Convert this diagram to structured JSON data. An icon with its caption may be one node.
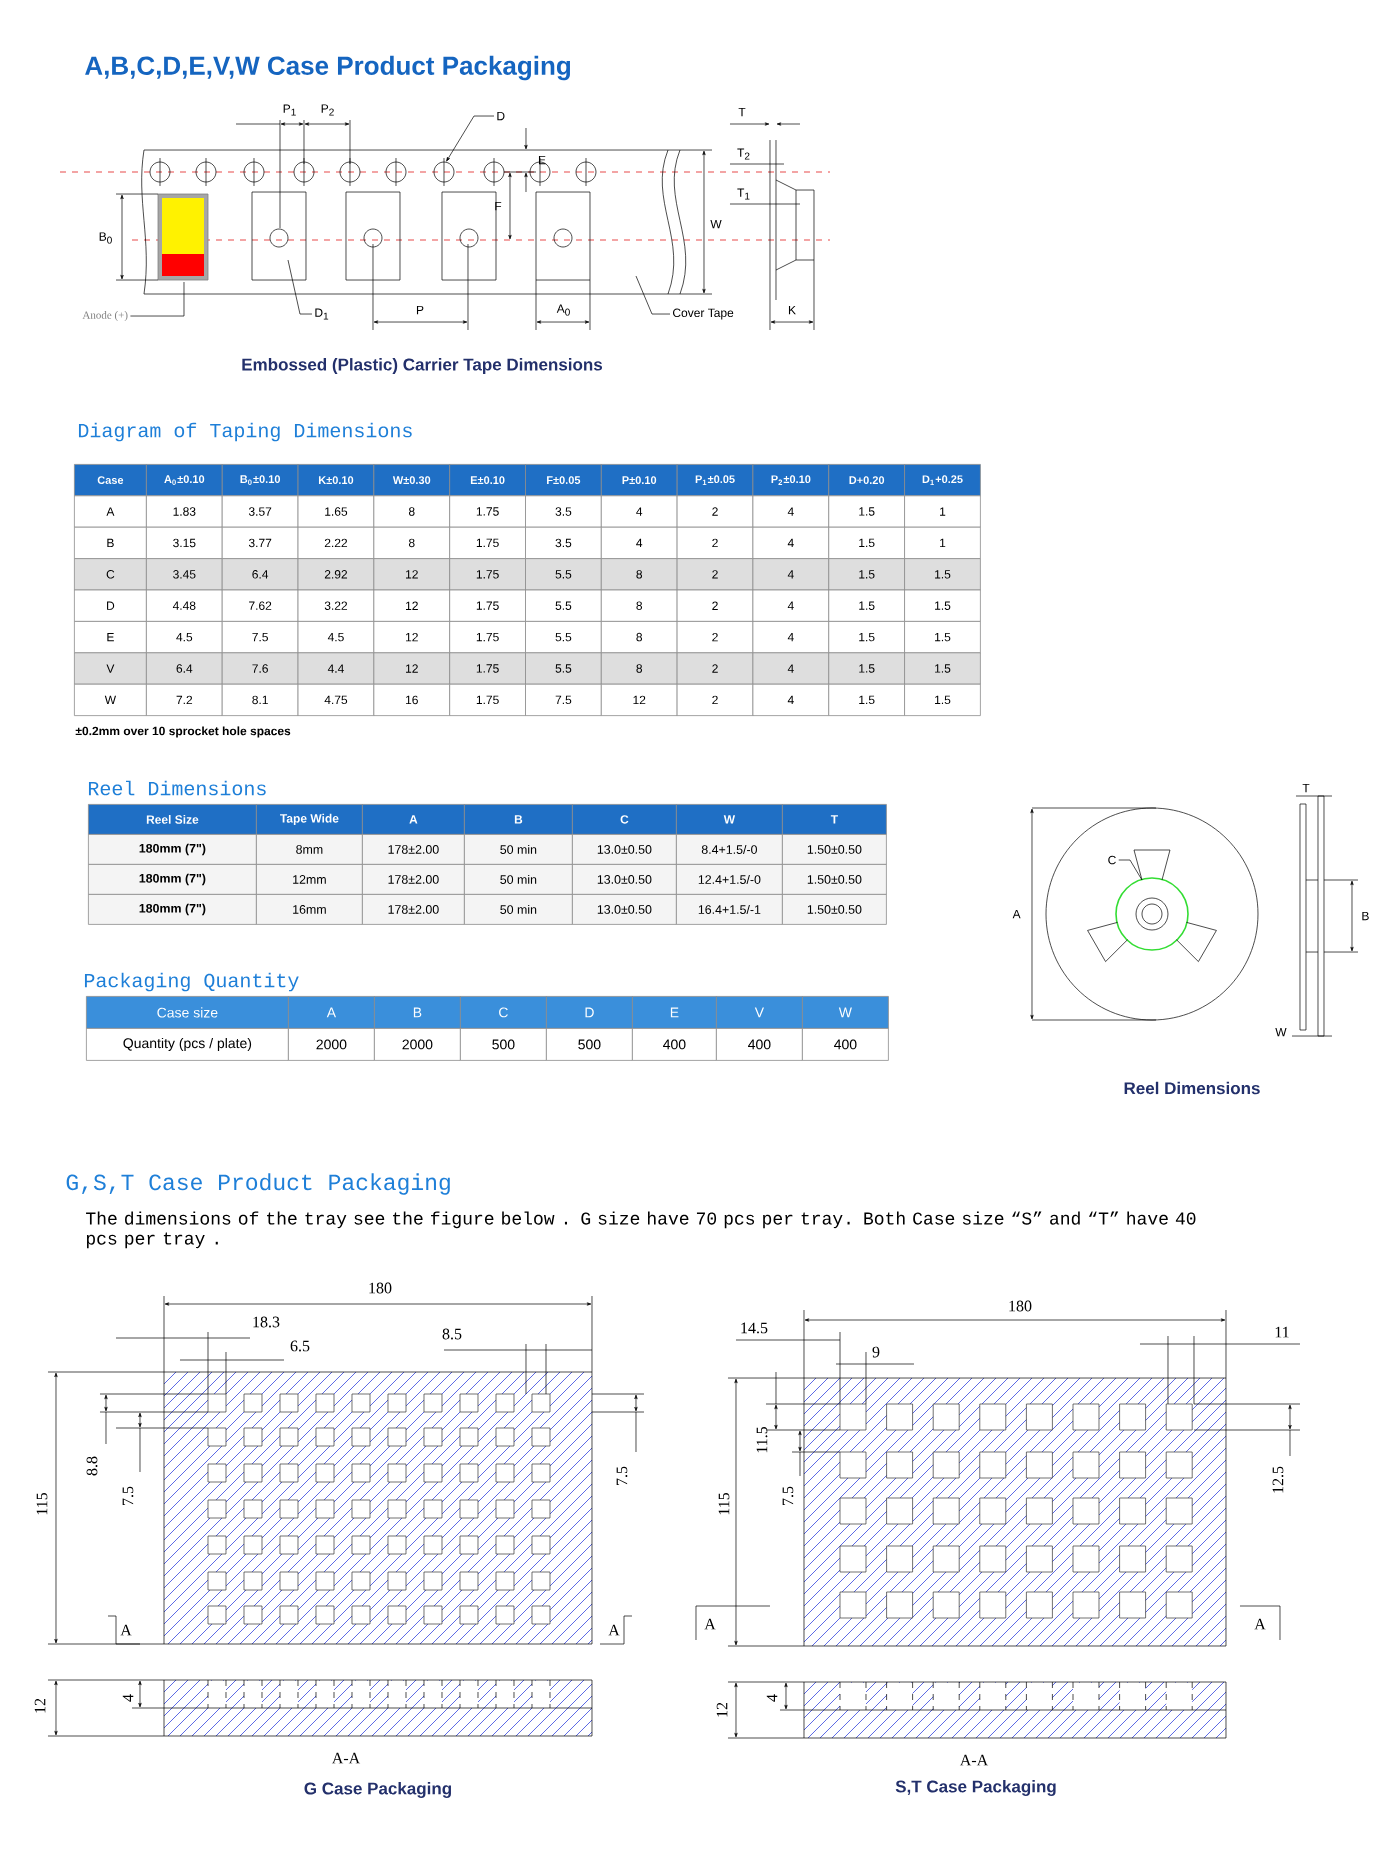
{
  "diagram": {
    "title": "A,B,C,D,E,V,W Case Product Packaging",
    "nodes": [
      {
        "text": [
          "D"
        ]
      },
      {
        "text": [
          "D$_{1}$"
        ]
      },
      {
        "text": [
          "Anode (+)"
        ]
      },
      {
        "text": [
          "Cover Tape"
        ]
      },
      {
        "text": [
          "C"
        ]
      }
    ],
    "edges": [
      {
        "from": 0,
        "to": null,
        "arrow": "to"
      },
      {
        "from": 1,
        "to": null,
        "arrow": "none"
      },
      {
        "from": 2,
        "to": null,
        "arrow": "none"
      },
      {
        "from": 3,
        "to": null,
        "arrow": "none"
      },
      {
        "from": 4,
        "to": null,
        "arrow": "none"
      }
    ],
    "labels": [
      "P$_{1}$",
      "P$_{2}$",
      "T",
      "E",
      "T$_{2}$",
      "F",
      "T$_{1}$",
      "B$_{0}$",
      "W",
      "P",
      "A$_{0}$",
      "K",
      "Embossed (Plastic) Carrier Tape Dimensions",
      "Diagram of Taping Dimensions",
      "Case",
      "A$_{0}$±0.10",
      "B$_{0}$±0.10",
      "K±0.10",
      "W±0.30",
      "E±0.10",
      "F±0.05",
      "P±0.10",
      "P$_{1}$±0.05",
      "P$_{2}$±0.10",
      "D+0.20",
      "D$_{1}$+0.25",
      "A",
      "1.83",
      "3.57",
      "1.65",
      "8",
      "1.75",
      "3.5",
      "4",
      "2",
      "4",
      "1.5",
      "1",
      "B",
      "3.15",
      "3.77",
      "2.22",
      "8",
      "1.75",
      "3.5",
      "4",
      "2",
      "4",
      "1.5",
      "1",
      "C",
      "3.45",
      "6.4",
      "2.92",
      "12",
      "1.75",
      "5.5",
      "8",
      "2",
      "4",
      "1.5",
      "1.5",
      "D",
      "4.48",
      "7.62",
      "3.22",
      "12",
      "1.75",
      "5.5",
      "8",
      "2",
      "4",
      "1.5",
      "1.5",
      "E",
      "4.5",
      "7.5",
      "4.5",
      "12",
      "1.75",
      "5.5",
      "8",
      "2",
      "4",
      "1.5",
      "1.5",
      "V",
      "6.4",
      "7.6",
      "4.4",
      "12",
      "1.75",
      "5.5",
      "8",
      "2",
      "4",
      "1.5",
      "1.5",
      "W",
      "7.2",
      "8.1",
      "4.75",
      "16",
      "1.75",
      "7.5",
      "12",
      "2",
      "4",
      "1.5",
      "1.5",
      "±0.2mm over 10 sprocket hole spaces",
      "Reel Dimensions",
      "Reel Size",
      "Tape Wide",
      "A",
      "B",
      "C",
      "W",
      "T",
      "180mm (7\")",
      "8mm",
      "178±2.00",
      "50 min",
      "13.0±0.50",
      "8.4+1.5/-0",
      "1.50±0.50",
      "180mm (7\")",
      "12mm",
      "178±2.00",
      "50 min",
      "13.0±0.50",
      "12.4+1.5/-0",
      "1.50±0.50",
      "180mm (7\")",
      "16mm",
      "178±2.00",
      "50 min",
      "13.0±0.50",
      "16.4+1.5/-1",
      "1.50±0.50",
      "Packaging Quantity",
      "Case size",
      "A",
      "B",
      "C",
      "D",
      "E",
      "V",
      "W",
      "Quantity (pcs / plate)",
      "2000",
      "2000",
      "500",
      "500",
      "400",
      "400",
      "400",
      "T",
      "A",
      "B",
      "W",
      "Reel Dimensions",
      "G,S,T Case Product Packaging",
      "The dimensions of the tray see the figure below . G size have 70 pcs per tray. Both Case size “S” and “T” have 40 pcs per tray .",
      "180",
      "18.3",
      "6.5",
      "8.5",
      "115",
      "8.8",
      "7.5",
      "7.5",
      "A",
      "A",
      "12",
      "4",
      "A-A",
      "G Case Packaging",
      "14.5",
      "180",
      "9",
      "11",
      "115",
      "11.5",
      "7.5",
      "12.5",
      "A",
      "A",
      "12",
      "4",
      "A-A",
      "S,T Case Packaging"
    ]
  }
}
